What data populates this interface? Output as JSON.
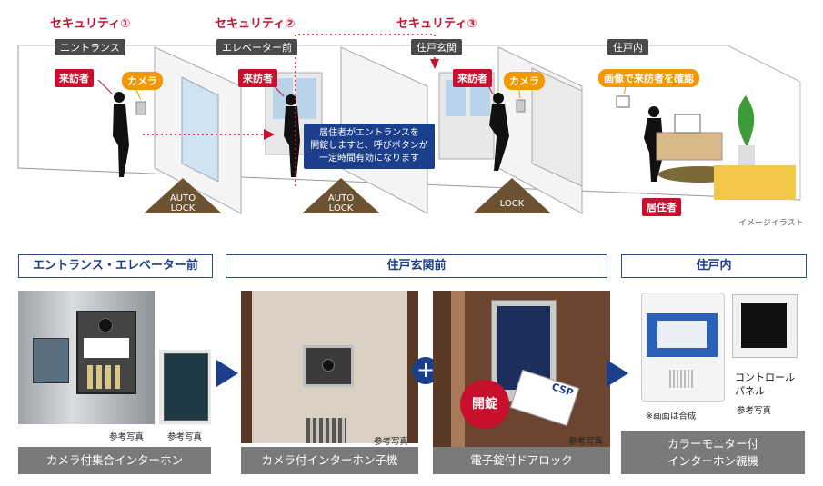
{
  "security": [
    "セキュリティ①",
    "セキュリティ②",
    "セキュリティ③"
  ],
  "areas": [
    "エントランス",
    "エレベーター前",
    "住戸玄関",
    "住戸内"
  ],
  "tags": {
    "visitor": "来訪者",
    "camera": "カメラ",
    "resident": "居住者",
    "confirm": "画像で来訪者を確認"
  },
  "info_box": [
    "居住者がエントランスを",
    "開錠しますと、呼びボタンが",
    "一定時間有効になります"
  ],
  "locks": {
    "auto1": [
      "AUTO",
      "LOCK"
    ],
    "auto2": [
      "AUTO",
      "LOCK"
    ],
    "lock3": "LOCK"
  },
  "image_note": "イメージイラスト",
  "sections": {
    "entrance_elevator": "エントランス・エレベーター前",
    "front_door": "住戸玄関前",
    "inside": "住戸内"
  },
  "photo_note": "参考写真",
  "screen_note": "※画面は合成",
  "control_panel": [
    "コントロール",
    "パネル"
  ],
  "open_label": "開錠",
  "card_logo": "CSP",
  "captions": {
    "c1": "カメラ付集合インターホン",
    "c2": "カメラ付インターホン子機",
    "c3": "電子錠付ドアロック",
    "c4": [
      "カラーモニター付",
      "インターホン親機"
    ]
  },
  "colors": {
    "accent_red": "#c8102e",
    "navy": "#1b3f8b",
    "orange": "#f39800",
    "lock_brown": "#6b5232"
  }
}
